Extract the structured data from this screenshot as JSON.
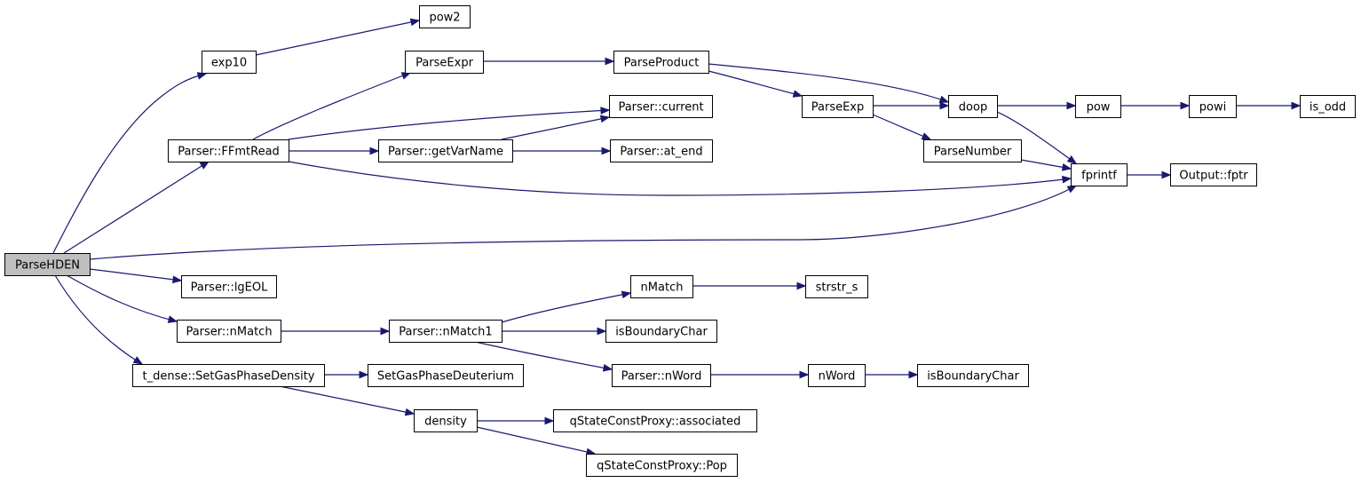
{
  "diagram": {
    "colors": {
      "node_fill": "#ffffff",
      "root_fill": "#bfbfbf",
      "edge": "#191970",
      "border": "#000000"
    },
    "nodes": [
      {
        "id": "parsehden",
        "label": "ParseHDEN",
        "root": true
      },
      {
        "id": "exp10",
        "label": "exp10"
      },
      {
        "id": "pow2",
        "label": "pow2"
      },
      {
        "id": "parseexpr",
        "label": "ParseExpr"
      },
      {
        "id": "parseproduct",
        "label": "ParseProduct"
      },
      {
        "id": "parser-current",
        "label": "Parser::current"
      },
      {
        "id": "parseexp",
        "label": "ParseExp"
      },
      {
        "id": "doop",
        "label": "doop"
      },
      {
        "id": "pow",
        "label": "pow"
      },
      {
        "id": "powi",
        "label": "powi"
      },
      {
        "id": "is-odd",
        "label": "is_odd"
      },
      {
        "id": "parser-ffmtread",
        "label": "Parser::FFmtRead"
      },
      {
        "id": "parser-getvarname",
        "label": "Parser::getVarName"
      },
      {
        "id": "parser-at-end",
        "label": "Parser::at_end"
      },
      {
        "id": "parsenumber",
        "label": "ParseNumber"
      },
      {
        "id": "fprintf",
        "label": "fprintf"
      },
      {
        "id": "output-fptr",
        "label": "Output::fptr"
      },
      {
        "id": "parser-lgeol",
        "label": "Parser::lgEOL"
      },
      {
        "id": "nmatch",
        "label": "nMatch"
      },
      {
        "id": "strstr-s",
        "label": "strstr_s"
      },
      {
        "id": "parser-nmatch",
        "label": "Parser::nMatch"
      },
      {
        "id": "parser-nmatch1",
        "label": "Parser::nMatch1"
      },
      {
        "id": "isboundarychar-1",
        "label": "isBoundaryChar"
      },
      {
        "id": "t-dense-setgasphasedensity",
        "label": "t_dense::SetGasPhaseDensity"
      },
      {
        "id": "setgasphasedeuterium",
        "label": "SetGasPhaseDeuterium"
      },
      {
        "id": "parser-nword",
        "label": "Parser::nWord"
      },
      {
        "id": "nword",
        "label": "nWord"
      },
      {
        "id": "isboundarychar-2",
        "label": "isBoundaryChar"
      },
      {
        "id": "density",
        "label": "density"
      },
      {
        "id": "qstateconstproxy-associated",
        "label": "qStateConstProxy::associated"
      },
      {
        "id": "qstateconstproxy-pop",
        "label": "qStateConstProxy::Pop"
      }
    ],
    "edges": [
      {
        "from": "parsehden",
        "to": "exp10"
      },
      {
        "from": "exp10",
        "to": "pow2"
      },
      {
        "from": "parsehden",
        "to": "parser-ffmtread"
      },
      {
        "from": "parser-ffmtread",
        "to": "parseexpr"
      },
      {
        "from": "parseexpr",
        "to": "parseproduct"
      },
      {
        "from": "parseproduct",
        "to": "parseexp"
      },
      {
        "from": "parseproduct",
        "to": "doop"
      },
      {
        "from": "parseexp",
        "to": "doop"
      },
      {
        "from": "parseexp",
        "to": "parsenumber"
      },
      {
        "from": "doop",
        "to": "pow"
      },
      {
        "from": "pow",
        "to": "powi"
      },
      {
        "from": "powi",
        "to": "is-odd"
      },
      {
        "from": "doop",
        "to": "fprintf"
      },
      {
        "from": "parsenumber",
        "to": "fprintf"
      },
      {
        "from": "fprintf",
        "to": "output-fptr"
      },
      {
        "from": "parser-ffmtread",
        "to": "parser-current"
      },
      {
        "from": "parser-ffmtread",
        "to": "parser-getvarname"
      },
      {
        "from": "parser-getvarname",
        "to": "parser-current"
      },
      {
        "from": "parser-getvarname",
        "to": "parser-at-end"
      },
      {
        "from": "parser-ffmtread",
        "to": "fprintf"
      },
      {
        "from": "parsehden",
        "to": "fprintf"
      },
      {
        "from": "parsehden",
        "to": "parser-lgeol"
      },
      {
        "from": "parsehden",
        "to": "parser-nmatch"
      },
      {
        "from": "parser-nmatch",
        "to": "parser-nmatch1"
      },
      {
        "from": "parser-nmatch1",
        "to": "nmatch"
      },
      {
        "from": "nmatch",
        "to": "strstr-s"
      },
      {
        "from": "parser-nmatch1",
        "to": "isboundarychar-1"
      },
      {
        "from": "parser-nmatch1",
        "to": "parser-nword"
      },
      {
        "from": "parser-nword",
        "to": "nword"
      },
      {
        "from": "nword",
        "to": "isboundarychar-2"
      },
      {
        "from": "parsehden",
        "to": "t-dense-setgasphasedensity"
      },
      {
        "from": "t-dense-setgasphasedensity",
        "to": "setgasphasedeuterium"
      },
      {
        "from": "t-dense-setgasphasedensity",
        "to": "density"
      },
      {
        "from": "density",
        "to": "qstateconstproxy-associated"
      },
      {
        "from": "density",
        "to": "qstateconstproxy-pop"
      }
    ]
  }
}
